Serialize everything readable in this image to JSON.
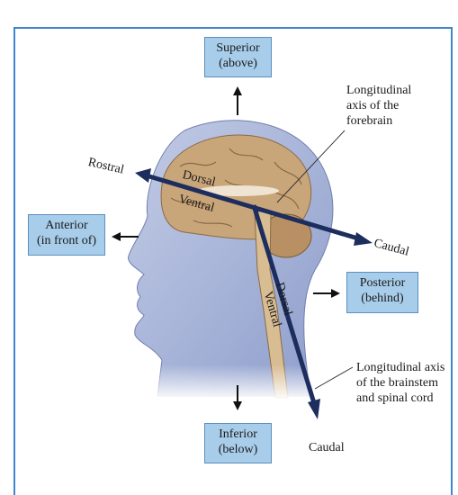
{
  "directions": {
    "superior": {
      "line1": "Superior",
      "line2": "(above)"
    },
    "inferior": {
      "line1": "Inferior",
      "line2": "(below)"
    },
    "anterior": {
      "line1": "Anterior",
      "line2": "(in front of)"
    },
    "posterior": {
      "line1": "Posterior",
      "line2": "(behind)"
    }
  },
  "forebrain_axis": {
    "caption": [
      "Longitudinal",
      "axis of the",
      "forebrain"
    ],
    "rostral": "Rostral",
    "caudal": "Caudal",
    "dorsal": "Dorsal",
    "ventral": "Ventral"
  },
  "brainstem_axis": {
    "caption": [
      "Longitudinal axis",
      "of the brainstem",
      "and spinal cord"
    ],
    "dorsal": "Dorsal",
    "ventral": "Ventral",
    "caudal": "Caudal"
  },
  "colors": {
    "frame": "#3f86cf",
    "box_fill": "#a8cdea",
    "axis_arrow": "#1c2d5e",
    "head": "#aab6d9",
    "brain": "#c9a57a"
  }
}
